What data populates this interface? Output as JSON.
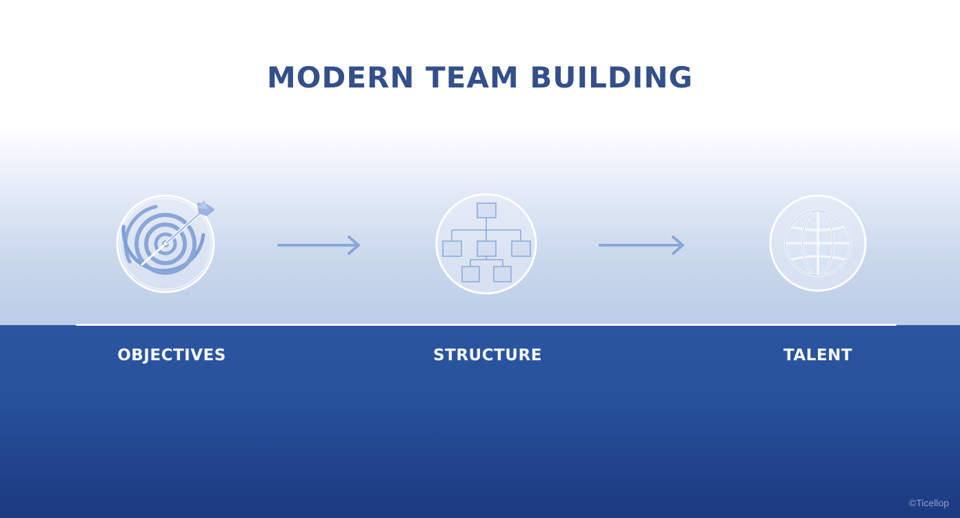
{
  "title": "MODERN TEAM BUILDING",
  "steps": [
    {
      "label": "OBJECTIVES",
      "icon": "target-icon"
    },
    {
      "label": "STRUCTURE",
      "icon": "org-chart-icon"
    },
    {
      "label": "TALENT",
      "icon": "globe-icon"
    }
  ],
  "watermark": "©Ticellop",
  "colors": {
    "title": "#34508a",
    "band": "#2c55a0",
    "icon_stroke": "#7f9fd6",
    "label": "#f6f8fd"
  }
}
